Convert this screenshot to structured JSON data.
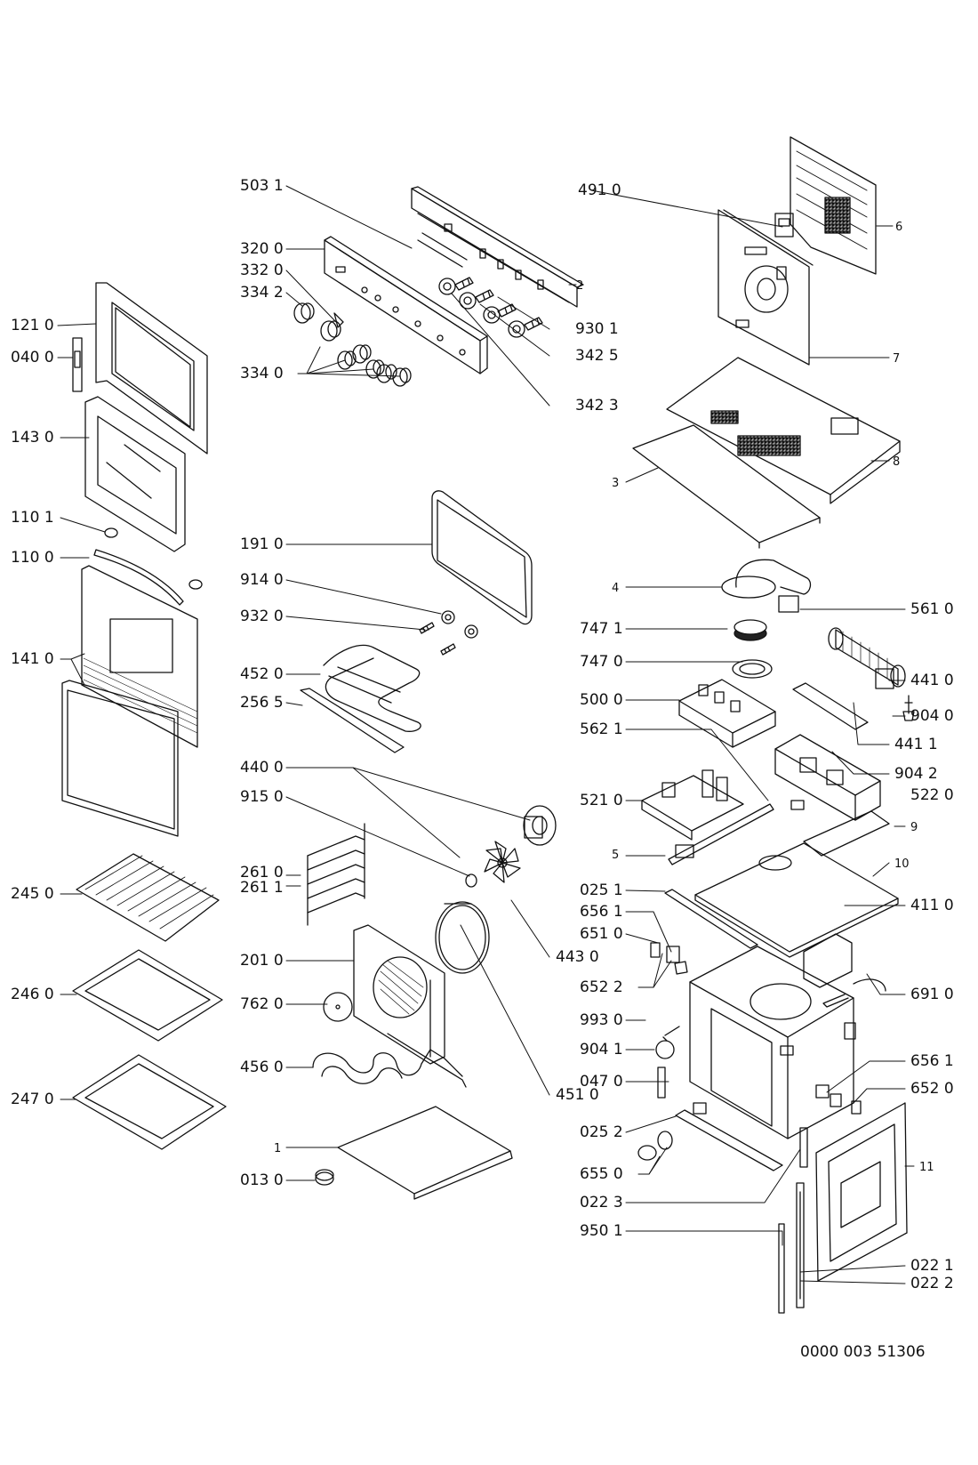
{
  "document_number": "0000 003 51306",
  "part_labels": {
    "p5031": "503 1",
    "p3200": "320 0",
    "p3320": "332 0",
    "p3342": "334 2",
    "p3340": "334 0",
    "p2": "2",
    "p9301": "930 1",
    "p3425": "342 5",
    "p3423": "342 3",
    "p4910": "491 0",
    "p6": "6",
    "p7": "7",
    "p8": "8",
    "p3": "3",
    "p1210": "121 0",
    "p0400": "040 0",
    "p1430": "143 0",
    "p1101": "110 1",
    "p1100": "110 0",
    "p1410": "141 0",
    "p2450": "245 0",
    "p2460": "246 0",
    "p2470": "247 0",
    "p1910": "191 0",
    "p9140": "914 0",
    "p9320": "932 0",
    "p4520": "452 0",
    "p2565": "256 5",
    "p4400": "440 0",
    "p9150": "915 0",
    "p2610": "261 0",
    "p2611": "261 1",
    "p2010": "201 0",
    "p7620": "762 0",
    "p4560": "456 0",
    "p1": "1",
    "p0130": "013 0",
    "p4430": "443 0",
    "p4510": "451 0",
    "p4": "4",
    "p5610": "561 0",
    "p7471": "747 1",
    "p7470": "747 0",
    "p4410": "441 0",
    "p5000": "500 0",
    "p9040": "904 0",
    "p5621": "562 1",
    "p4411": "441 1",
    "p9042": "904 2",
    "p5220": "522 0",
    "p5210": "521 0",
    "p9": "9",
    "p5": "5",
    "p10": "10",
    "p0251": "025 1",
    "p4110": "411 0",
    "p6561a": "656 1",
    "p6510": "651 0",
    "p6522": "652 2",
    "p6910": "691 0",
    "p9930": "993 0",
    "p9041": "904 1",
    "p6561b": "656 1",
    "p0470": "047 0",
    "p6520": "652 0",
    "p0252": "025 2",
    "p11": "11",
    "p6550": "655 0",
    "p0223": "022 3",
    "p9501": "950 1",
    "p0221": "022 1",
    "p0222": "022 2"
  }
}
